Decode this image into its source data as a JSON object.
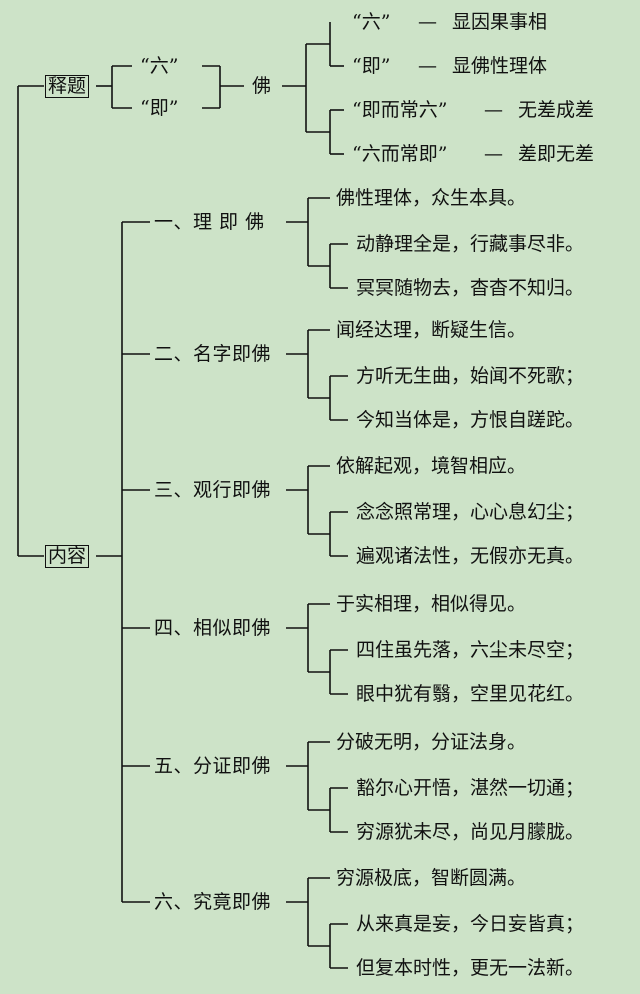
{
  "shiti": {
    "label": "释题",
    "q1": "“六”",
    "q2": "“即”",
    "fo": "佛",
    "b1": {
      "key": "“六”",
      "dash": "—",
      "val": "显因果事相"
    },
    "b2": {
      "key": "“即”",
      "dash": "—",
      "val": "显佛性理体"
    },
    "b3": {
      "key": "“即而常六”",
      "dash": "—",
      "val": "无差成差"
    },
    "b4": {
      "key": "“六而常即”",
      "dash": "—",
      "val": "差即无差"
    }
  },
  "neirong": {
    "label": "内容",
    "stages": [
      {
        "label": "一、理 即 佛",
        "lines": [
          "佛性理体，众生本具。",
          "动静理全是，行藏事尽非。",
          "冥冥随物去，杳杳不知归。"
        ]
      },
      {
        "label": "二、名字即佛",
        "lines": [
          "闻经达理，断疑生信。",
          "方听无生曲，始闻不死歌；",
          "今知当体是，方恨自蹉跎。"
        ]
      },
      {
        "label": "三、观行即佛",
        "lines": [
          "依解起观，境智相应。",
          "念念照常理，心心息幻尘；",
          "遍观诸法性，无假亦无真。"
        ]
      },
      {
        "label": "四、相似即佛",
        "lines": [
          "于实相理，相似得见。",
          "四住虽先落，六尘未尽空；",
          "眼中犹有翳，空里见花红。"
        ]
      },
      {
        "label": "五、分证即佛",
        "lines": [
          "分破无明，分证法身。",
          "豁尔心开悟，湛然一切通；",
          "穷源犹未尽，尚见月朦胧。"
        ]
      },
      {
        "label": "六、究竟即佛",
        "lines": [
          "穷源极底，智断圆满。",
          "从来真是妄，今日妄皆真；",
          "但复本时性，更无一法新。"
        ]
      }
    ]
  }
}
